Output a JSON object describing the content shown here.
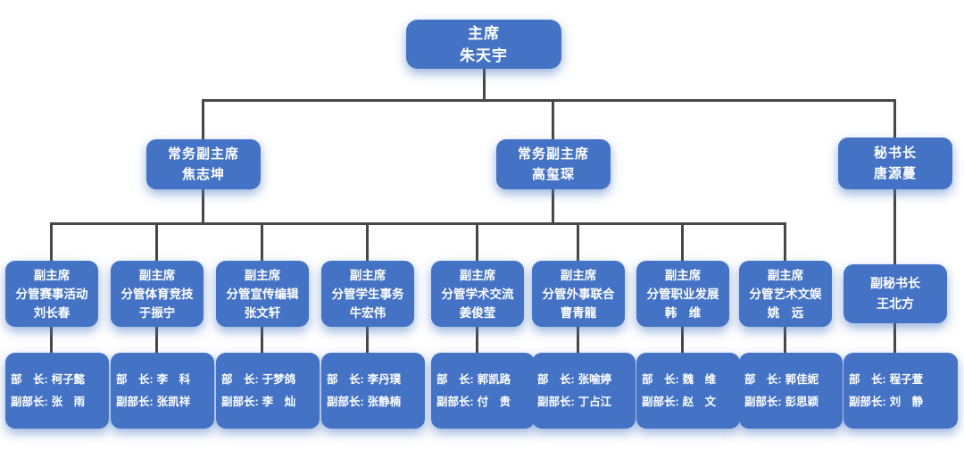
{
  "palette": {
    "node_fill": "#4472C4",
    "node_text": "#ffffff",
    "connector": "#474747",
    "background": "#ffffff"
  },
  "org": {
    "chairman": {
      "title": "主席",
      "name": "朱天宇"
    },
    "executives": [
      {
        "title": "常务副主席",
        "name": "焦志坤"
      },
      {
        "title": "常务副主席",
        "name": "高玺琛"
      },
      {
        "title": "秘书长",
        "name": "唐源蔓"
      }
    ],
    "vice_chairs": [
      {
        "title": "副主席",
        "duty": "分管赛事活动",
        "name": "刘长春"
      },
      {
        "title": "副主席",
        "duty": "分管体育竞技",
        "name": "于振宁"
      },
      {
        "title": "副主席",
        "duty": "分管宣传编辑",
        "name": "张文轩"
      },
      {
        "title": "副主席",
        "duty": "分管学生事务",
        "name": "牛宏伟"
      },
      {
        "title": "副主席",
        "duty": "分管学术交流",
        "name": "姜俊莹"
      },
      {
        "title": "副主席",
        "duty": "分管外事联合",
        "name": "曹青龍"
      },
      {
        "title": "副主席",
        "duty": "分管职业发展",
        "name": "韩　维"
      },
      {
        "title": "副主席",
        "duty": "分管艺术文娱",
        "name": "姚　远"
      }
    ],
    "deputy_secretary": {
      "title": "副秘书长",
      "name": "王北方"
    },
    "labels": {
      "minister": "部　长:",
      "deputy_minister": "副部长:"
    },
    "departments": [
      {
        "minister": "柯子懿",
        "deputy": "张　雨"
      },
      {
        "minister": "李　科",
        "deputy": "张凯祥"
      },
      {
        "minister": "于梦鸽",
        "deputy": "李　灿"
      },
      {
        "minister": "李丹璞",
        "deputy": "张静楠"
      },
      {
        "minister": "郭凯路",
        "deputy": "付　贵"
      },
      {
        "minister": "张喻婷",
        "deputy": "丁占江"
      },
      {
        "minister": "魏　维",
        "deputy": "赵　文"
      },
      {
        "minister": "郭佳妮",
        "deputy": "彭思颖"
      },
      {
        "minister": "程子萱",
        "deputy": "刘　静"
      }
    ]
  }
}
